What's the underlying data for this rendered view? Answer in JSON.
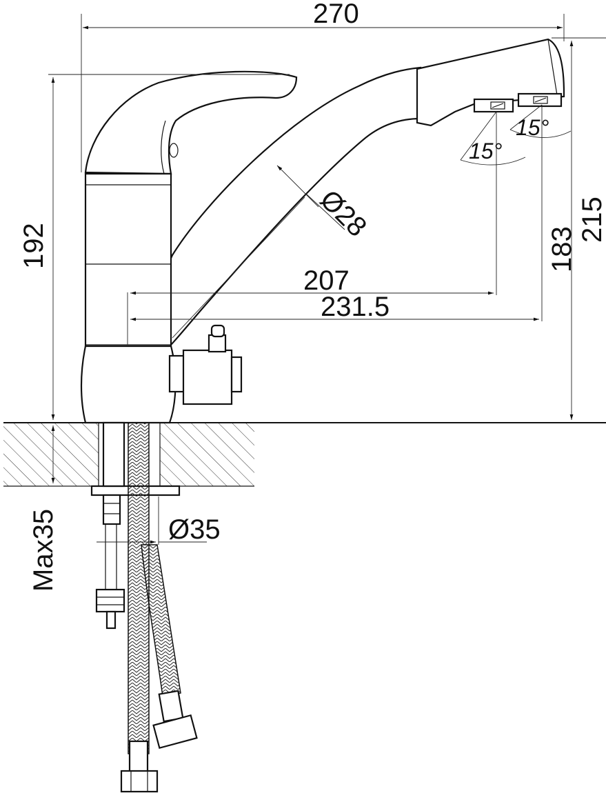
{
  "dimensions": {
    "overall_width": "270",
    "overall_height": "192",
    "spout_height": "215",
    "outlet_height": "183",
    "spout_diameter": "Ø28",
    "reach_first_outlet": "207",
    "reach_second_outlet": "231.5",
    "mounting_hole": "Ø35",
    "max_counter_thickness": "Max35",
    "outlet_angle_left": "15°",
    "outlet_angle_right": "15°"
  }
}
